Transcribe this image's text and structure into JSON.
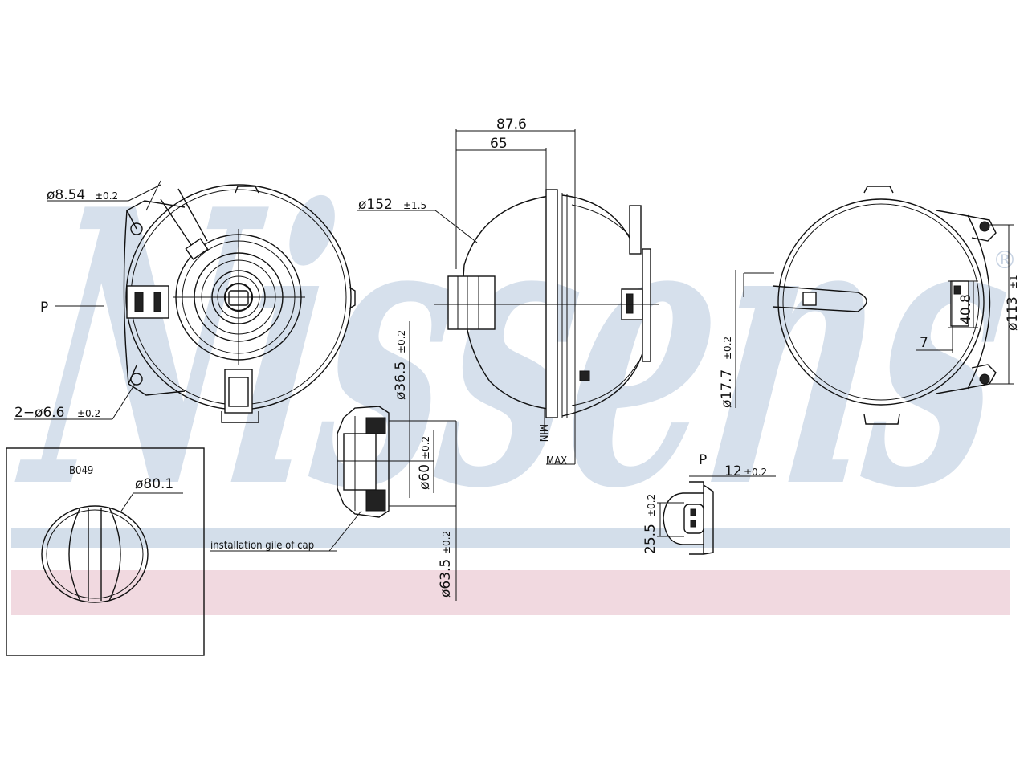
{
  "watermark": {
    "brand": "Nissens",
    "registered_mark": "®",
    "colors": {
      "letters": "#d6e0ec",
      "band_blue": "#d3deea",
      "band_pink": "#f1d9e0"
    }
  },
  "dimensions": {
    "d_8_54": "ø8.54",
    "d_8_54_tol": "±0.2",
    "p_left": "P",
    "d_6_6": "2−ø6.6",
    "d_6_6_tol": "±0.2",
    "w_87_6": "87.6",
    "w_65": "65",
    "d_152": "ø152",
    "d_152_tol": "±1.5",
    "d_36_5": "ø36.5",
    "d_36_5_tol": "±0.2",
    "d_60": "ø60",
    "d_60_tol": "±0.2",
    "d_63_5": "ø63.5",
    "d_63_5_tol": "±0.2",
    "install_note": "installation gile of cap",
    "min_label": "MIN",
    "max_label": "MAX",
    "d_17_7": "ø17.7",
    "d_17_7_tol": "±0.2",
    "h_40_8": "40.8",
    "d_113": "ø113",
    "d_113_tol": "±1",
    "h_7": "7",
    "p_detail": "P",
    "w_12": "12",
    "w_12_tol": "±0.2",
    "h_25_5": "25.5",
    "h_25_5_tol": "±0.2"
  },
  "cap_inset": {
    "code": "B049",
    "diameter": "ø80.1"
  }
}
